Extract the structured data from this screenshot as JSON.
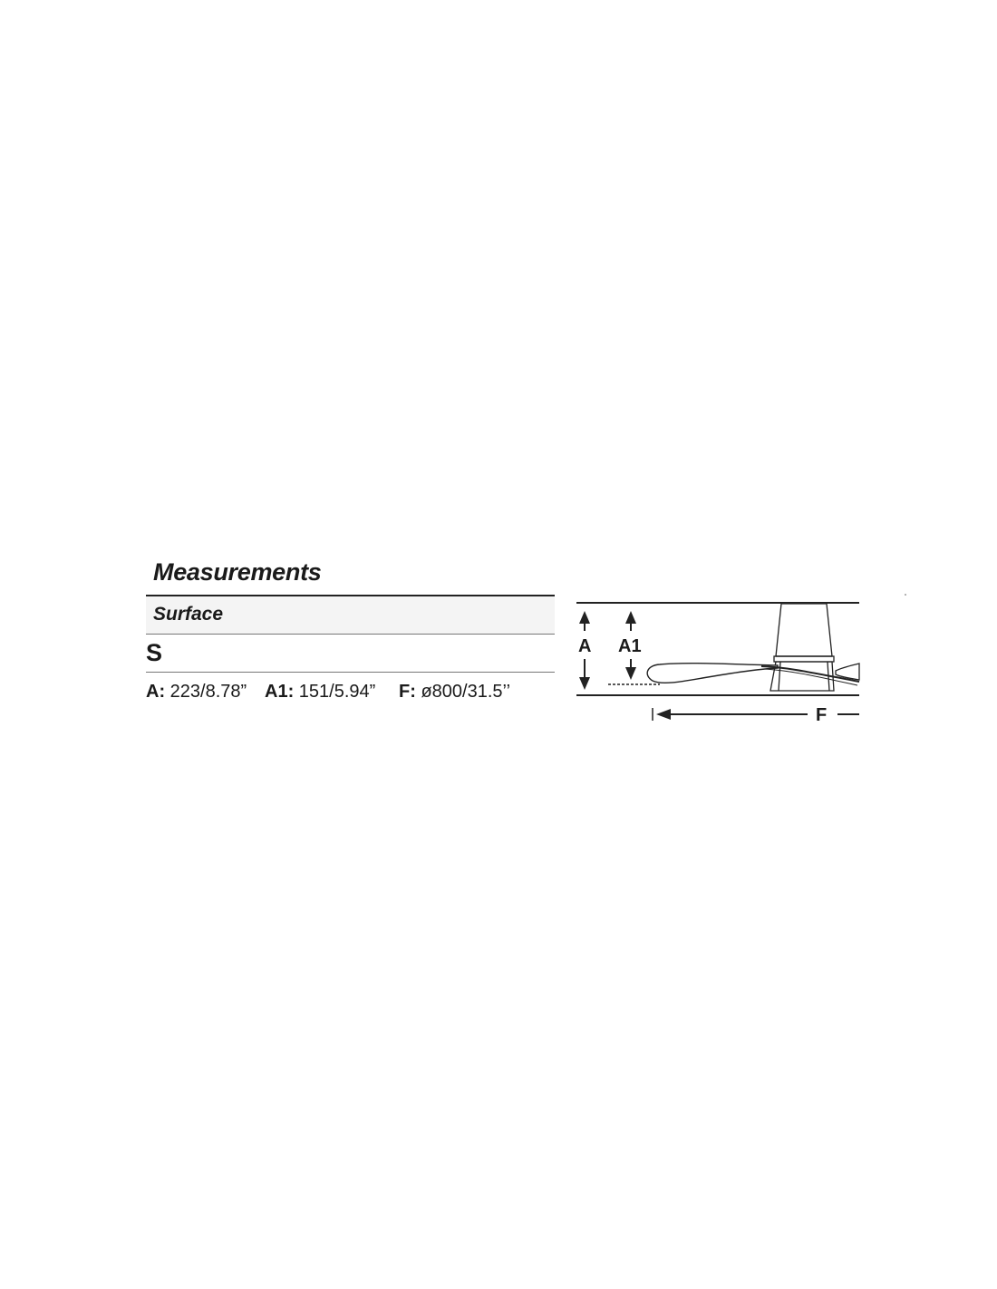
{
  "section": {
    "title": "Measurements"
  },
  "table": {
    "header": "Surface",
    "size": "S",
    "dimensions": [
      {
        "key": "A:",
        "value": "223/8.78”"
      },
      {
        "key": "A1:",
        "value": "151/5.94”"
      },
      {
        "key": "F:",
        "value": "ø800/31.5’’"
      }
    ]
  },
  "diagram": {
    "label_a": "A",
    "label_a1": "A1",
    "label_f": "F"
  }
}
